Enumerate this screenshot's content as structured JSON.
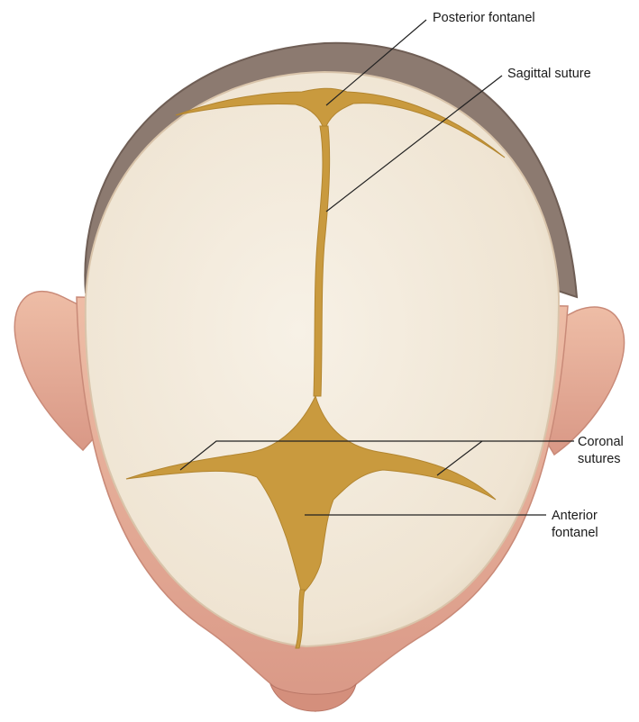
{
  "labels": {
    "posterior_fontanel": "Posterior fontanel",
    "sagittal_suture": "Sagittal suture",
    "coronal_sutures_line1": "Coronal",
    "coronal_sutures_line2": "sutures",
    "anterior_fontanel_line1": "Anterior",
    "anterior_fontanel_line2": "fontanel"
  },
  "colors": {
    "skin": "#e9b39c",
    "skin_shadow": "#c98a78",
    "hair": "#8c7a70",
    "bone": "#f2e9da",
    "suture": "#c99a3e",
    "leader_line": "#222222"
  }
}
